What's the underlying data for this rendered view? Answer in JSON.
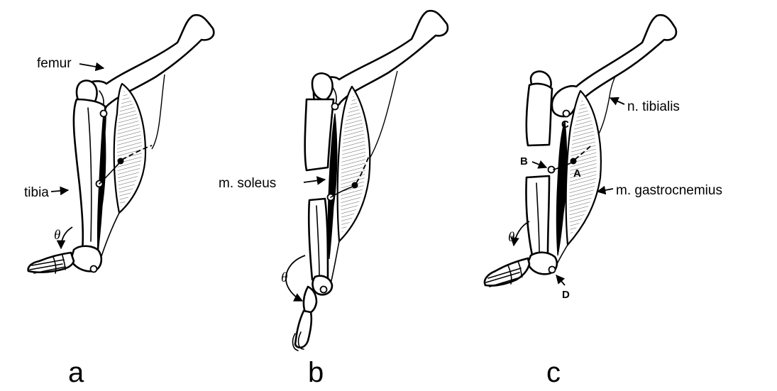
{
  "figure": {
    "panels": [
      {
        "id": "a",
        "panel_label": "a",
        "labels": {
          "femur": "femur",
          "tibia": "tibia",
          "angle": "θ"
        }
      },
      {
        "id": "b",
        "panel_label": "b",
        "labels": {
          "soleus": "m.  soleus",
          "angle": "θ"
        }
      },
      {
        "id": "c",
        "panel_label": "c",
        "labels": {
          "nerve": "n. tibialis",
          "gastrocnemius": "m.  gastrocnemius",
          "point_a": "A",
          "point_b": "B",
          "point_c": "C",
          "point_d": "D",
          "angle": "θ"
        }
      }
    ]
  }
}
